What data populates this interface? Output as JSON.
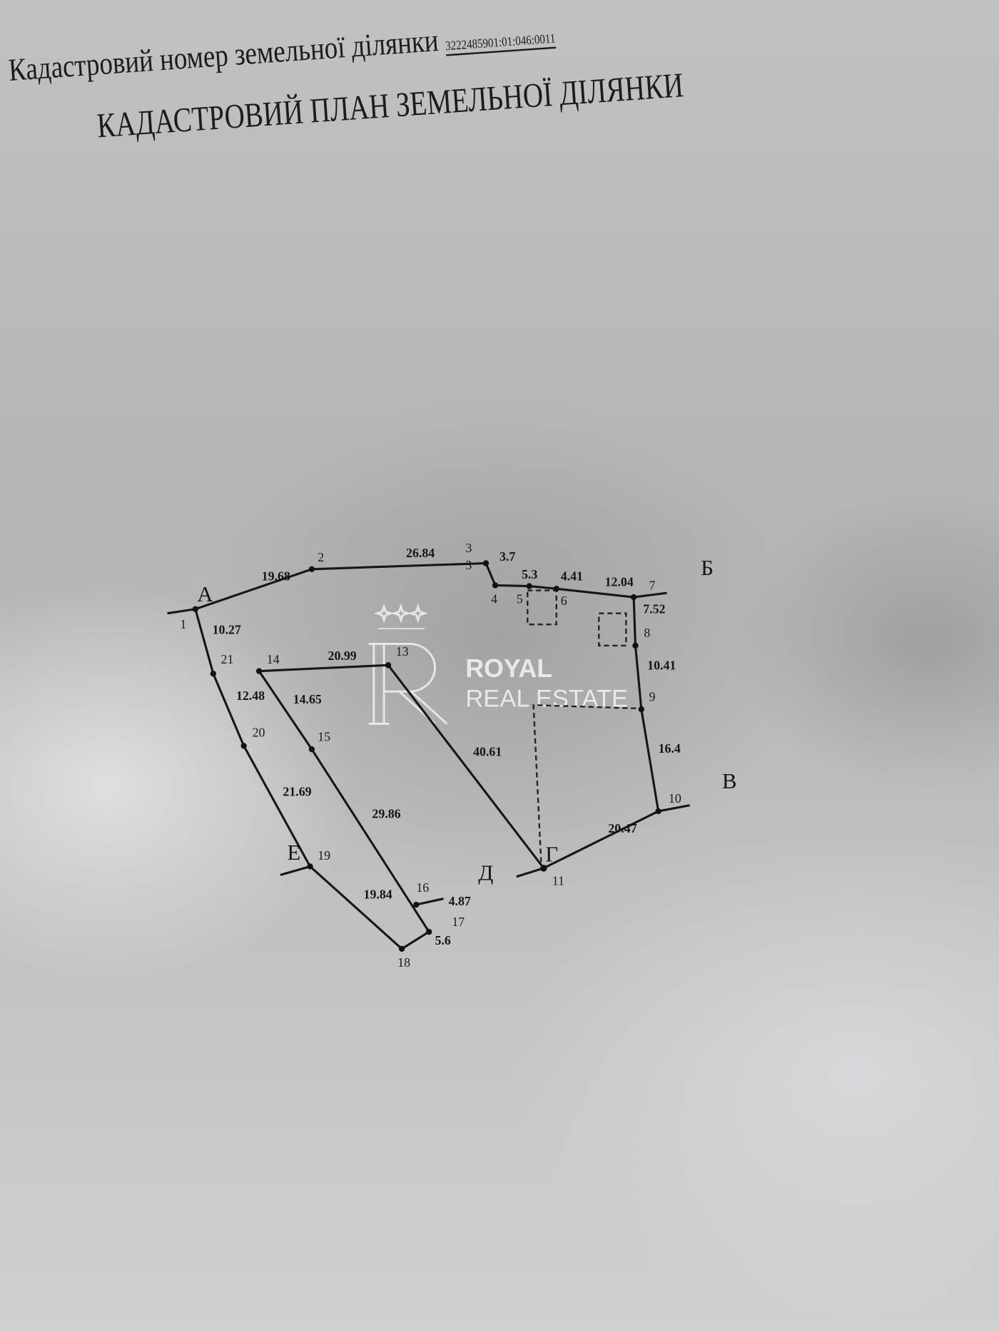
{
  "header": {
    "cadastral_label": "Кадастровий номер земельної ділянки",
    "cadastral_number": "3222485901:01:046:0011",
    "title": "КАДАСТРОВИЙ ПЛАН ЗЕМЕЛЬНОЇ ДІЛЯНКИ"
  },
  "plan": {
    "neighbor_letters": [
      "А",
      "Б",
      "В",
      "Г",
      "Д",
      "Е"
    ],
    "point_numbers": [
      "1",
      "2",
      "3",
      "3",
      "4",
      "5",
      "6",
      "7",
      "8",
      "9",
      "10",
      "11",
      "13",
      "14",
      "15",
      "16",
      "17",
      "18",
      "19",
      "20",
      "21"
    ],
    "segment_lengths": [
      "19.68",
      "26.84",
      "3.7",
      "5.3",
      "4.41",
      "12.04",
      "7.52",
      "10.41",
      "16.4",
      "20.47",
      "40.61",
      "20.99",
      "14.65",
      "29.86",
      "10.27",
      "12.48",
      "21.69",
      "19.84",
      "4.87",
      "5.6"
    ]
  },
  "watermark": {
    "brand_line1": "ROYAL",
    "brand_line2": "REAL ESTATE"
  }
}
